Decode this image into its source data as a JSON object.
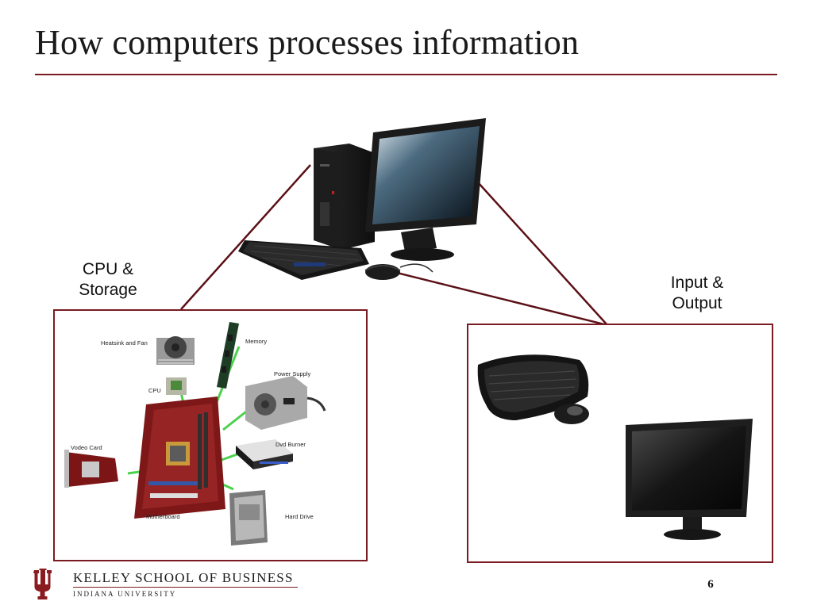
{
  "slide": {
    "title": "How computers processes information",
    "page_number": "6"
  },
  "labels": {
    "cpu_storage": "CPU &\nStorage",
    "input_output": "Input &\nOutput"
  },
  "parts": {
    "heatsink": "Heatsink and Fan",
    "memory": "Memory",
    "power_supply": "Power Supply",
    "cpu": "CPU",
    "dvd_burner": "Dvd Burner",
    "video_card": "Vodeo Card",
    "motherboard": "Motherboard",
    "hard_drive": "Hard Drive"
  },
  "footer": {
    "school": "KELLEY SCHOOL OF BUSINESS",
    "university": "INDIANA UNIVERSITY"
  },
  "colors": {
    "accent": "#7a1b22",
    "connector": "#5b1016",
    "parts_link": "#4cd14c"
  }
}
